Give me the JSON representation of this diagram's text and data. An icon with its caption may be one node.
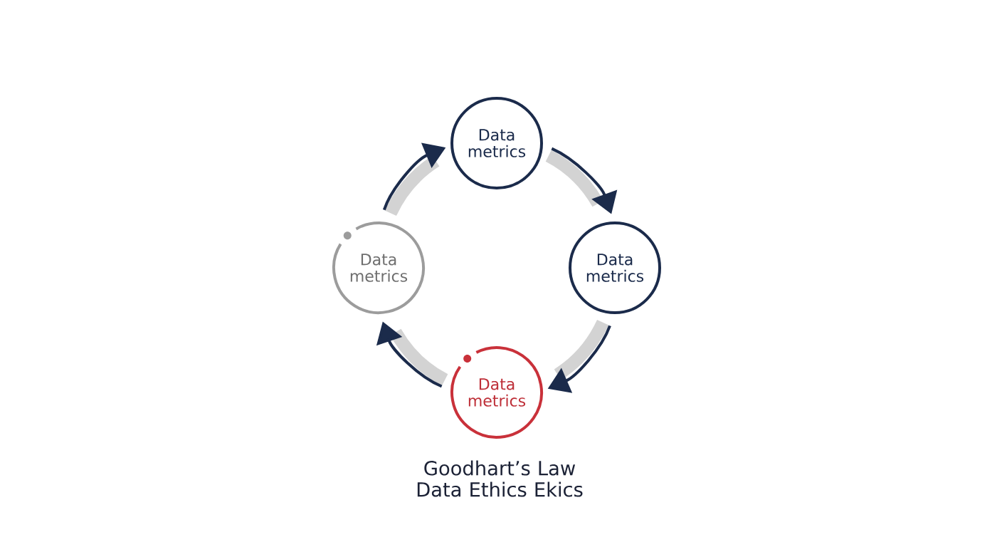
{
  "diagram": {
    "caption": "Goodhart’s Law Data Ethics Ekics",
    "nodes": [
      {
        "text": [
          "Data metrics"
        ]
      },
      {
        "text": [
          "Data metrics"
        ]
      },
      {
        "text": [
          "Data metrics"
        ]
      },
      {
        "text": [
          "Data metrics"
        ]
      }
    ],
    "edges": [
      {
        "from": 0,
        "to": 1,
        "arrow": "to"
      },
      {
        "from": 1,
        "to": 2,
        "arrow": "to"
      },
      {
        "from": 2,
        "to": 3,
        "arrow": "to"
      },
      {
        "from": 3,
        "to": 0,
        "arrow": "to"
      }
    ]
  }
}
